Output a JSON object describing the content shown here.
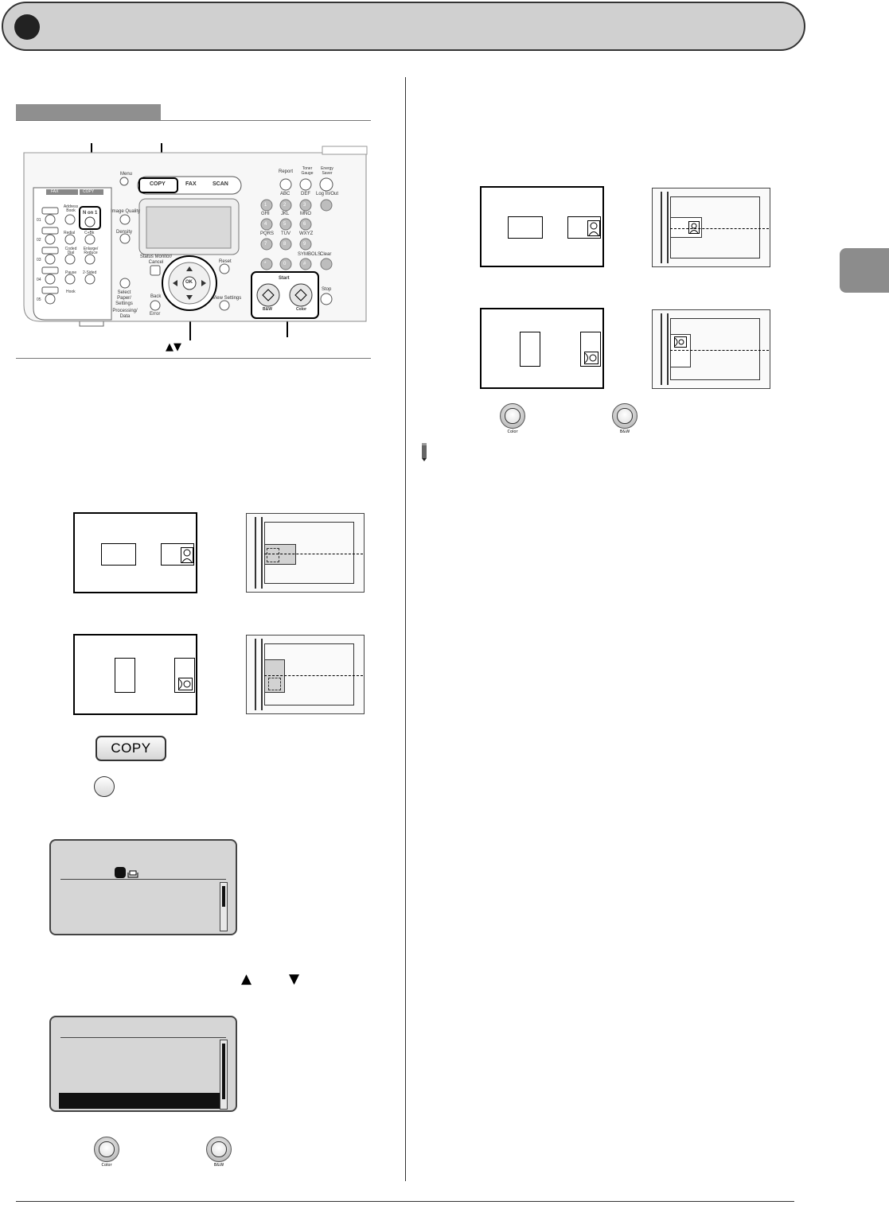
{
  "header": {},
  "panel": {
    "tab_fax": "FAX",
    "tab_copy": "COPY",
    "tab_scan": "SCAN",
    "key_nin1": "N on 1",
    "key_menu": "Menu",
    "key_report": "Report",
    "key_toner_gauge": "Toner Gauge",
    "key_energy_saver": "Energy Saver",
    "key_abc": "ABC",
    "key_def": "DEF",
    "key_login": "Log In/Out",
    "key_ghi": "GHI",
    "key_jkl": "JKL",
    "key_mno": "MNO",
    "key_pqrs": "PQRS",
    "key_tuv": "TUV",
    "key_wxyz": "WXYZ",
    "key_symbols": "SYMBOLS",
    "key_clear": "Clear",
    "key_image_quality": "Image Quality",
    "key_density": "Density",
    "key_status_monitor": "Status Monitor/ Cancel",
    "key_reset": "Reset",
    "key_select_paper": "Select Paper/ Settings",
    "key_back": "Back",
    "key_view_settings": "View Settings",
    "key_stop": "Stop",
    "key_start": "Start",
    "key_bw": "B&W",
    "key_color": "Color",
    "key_processing": "Processing/ Data",
    "key_error": "Error",
    "key_ok": "OK",
    "key_address_book": "Address Book",
    "key_coded_dial": "Coded Dial",
    "key_redial": "Redial",
    "key_pause": "Pause",
    "key_hook": "Hook",
    "key_enlarge": "Enlarge/ Reduce",
    "key_2sided": "2-Sided",
    "key_cbk": "C+Bk",
    "onetouch": [
      "01",
      "02",
      "03",
      "04",
      "05"
    ],
    "numbers": [
      "1",
      "2",
      "3",
      "4",
      "5",
      "6",
      "7",
      "8",
      "9",
      "*",
      "0",
      "#"
    ]
  },
  "arrows_label": "▲▼",
  "copy_button": "COPY",
  "step_arrows": {
    "up": "▲",
    "down": "▼"
  },
  "start_keys": {
    "color": "Color",
    "bw": "B&W"
  }
}
